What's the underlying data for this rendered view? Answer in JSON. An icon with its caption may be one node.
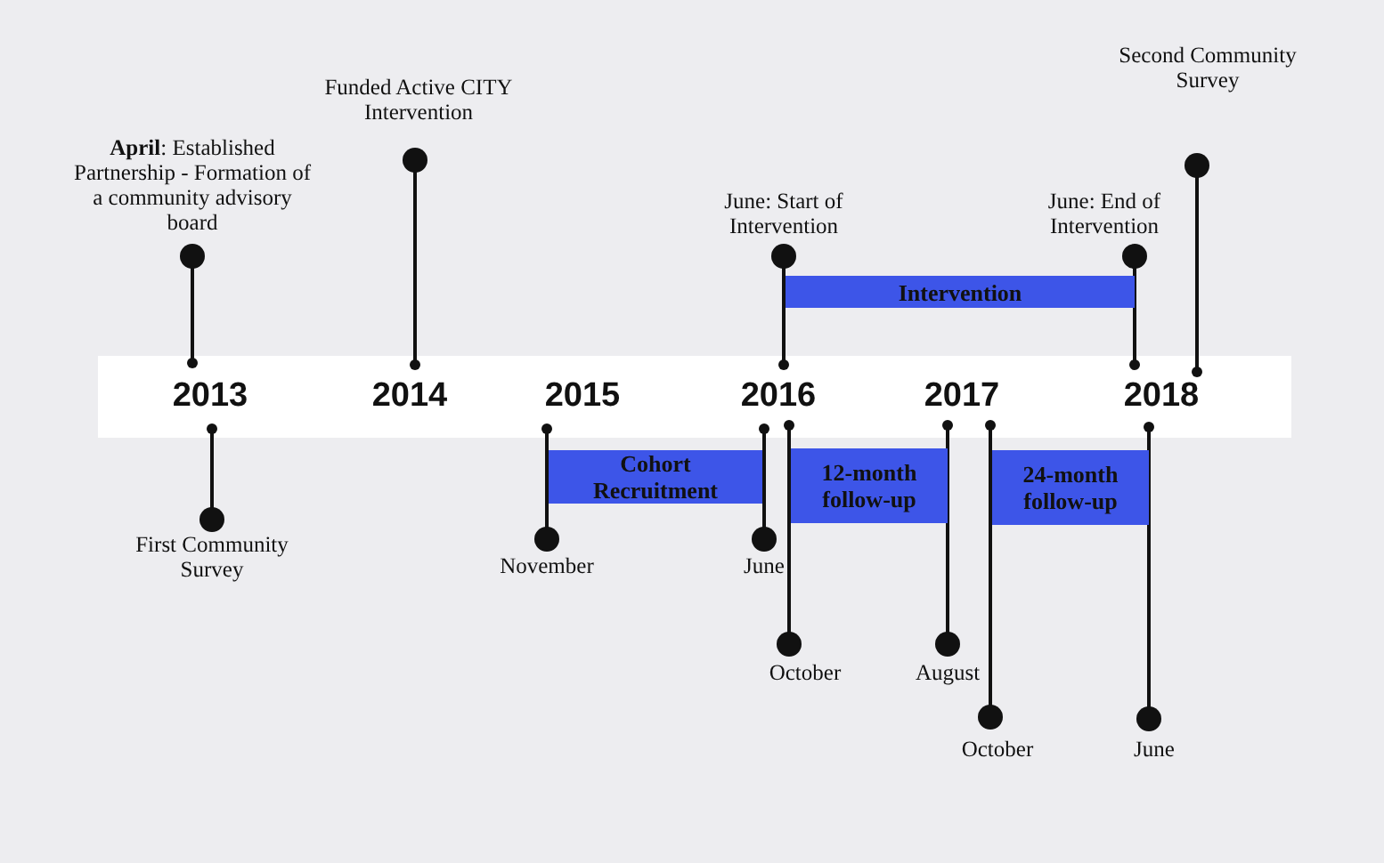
{
  "diagram": {
    "nodes": [
      {
        "text": [
          "Intervention"
        ]
      },
      {
        "text": [
          "Cohort Recruitment"
        ]
      },
      {
        "text": [
          "12-month follow-up"
        ]
      },
      {
        "text": [
          "24-month follow-up"
        ]
      }
    ],
    "labels": [
      "Second Community Survey",
      "Funded Active CITY Intervention",
      "**April**: Established Partnership - Formation of a community advisory board",
      "June: Start of Intervention",
      "June: End of Intervention",
      "2013",
      "2014",
      "2015",
      "2016",
      "2017",
      "2018",
      "First Community Survey",
      "November",
      "June",
      "October",
      "August",
      "October",
      "June"
    ]
  }
}
